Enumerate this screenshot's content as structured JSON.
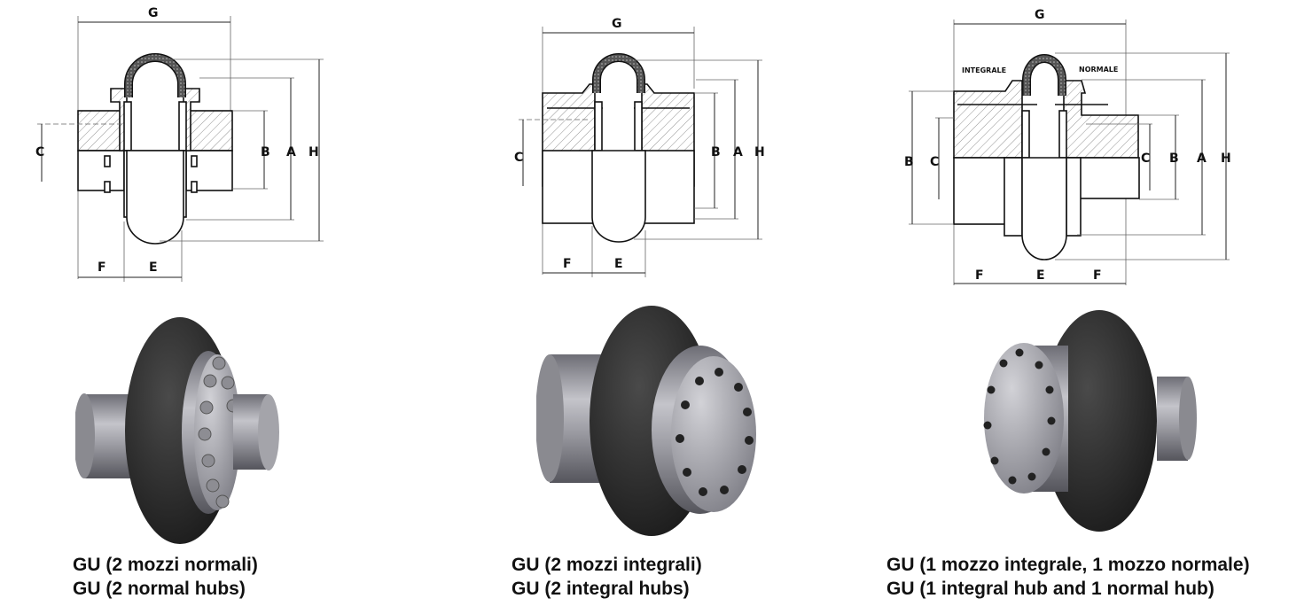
{
  "panels": [
    {
      "id": "normal-hubs",
      "dimension_labels": {
        "G": "G",
        "H": "H",
        "A": "A",
        "B": "B",
        "C": "C",
        "E": "E",
        "F": "F"
      },
      "caption_it": "GU (2 mozzi normali)",
      "caption_en": "GU (2 normal hubs)"
    },
    {
      "id": "integral-hubs",
      "dimension_labels": {
        "G": "G",
        "H": "H",
        "A": "A",
        "B": "B",
        "C": "C",
        "E": "E",
        "F": "F"
      },
      "caption_it": "GU (2 mozzi integrali)",
      "caption_en": "GU (2 integral hubs)"
    },
    {
      "id": "mixed-hubs",
      "dimension_labels": {
        "G": "G",
        "H": "H",
        "A": "A",
        "B": "B",
        "C": "C",
        "E": "E",
        "F": "F"
      },
      "hub_labels": {
        "left": "INTEGRALE",
        "right": "NORMALE"
      },
      "caption_it": "GU (1 mozzo integrale, 1 mozzo normale)",
      "caption_en": "GU (1 integral hub and 1 normal hub)"
    }
  ],
  "colors": {
    "tire": "#2b2b2b",
    "metal": "#9a9aa0",
    "text": "#111111"
  }
}
